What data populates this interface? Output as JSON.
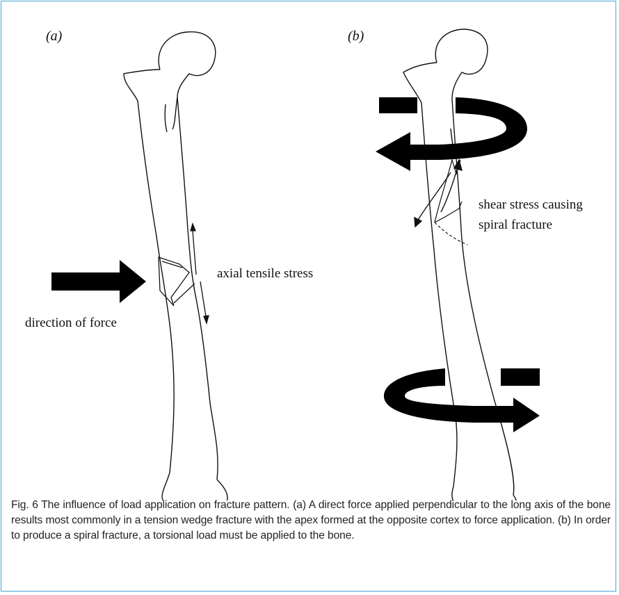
{
  "figure": {
    "panel_a_label": "(a)",
    "panel_b_label": "(b)",
    "annotation_axial": "axial tensile stress",
    "annotation_direction": "direction of force",
    "annotation_shear_line1": "shear stress causing",
    "annotation_shear_line2": "spiral fracture",
    "border_color": "#4aa3d8"
  },
  "caption": {
    "text": "Fig. 6 The influence of load application on fracture pattern. (a) A direct force applied perpendicular to the long axis of the bone results most commonly in a tension wedge fracture with the apex formed at the opposite cortex to force application. (b) In order to produce a spiral fracture, a torsional load must be applied to the bone."
  }
}
